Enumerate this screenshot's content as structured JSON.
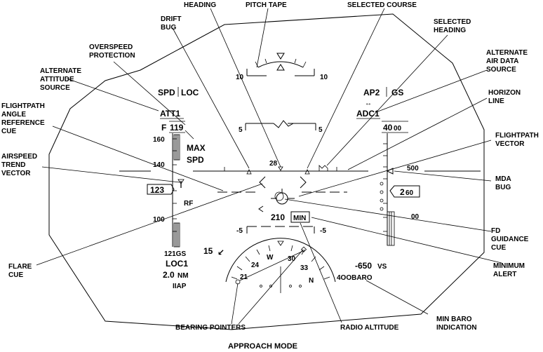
{
  "callouts": {
    "heading": "HEADING",
    "pitch_tape": "PITCH TAPE",
    "selected_course": "SELECTED COURSE",
    "drift_bug_1": "DRIFT",
    "drift_bug_2": "BUG",
    "selected_heading_1": "SELECTED",
    "selected_heading_2": "HEADING",
    "overspeed_1": "OVERSPEED",
    "overspeed_2": "PROTECTION",
    "alt_air_data_1": "ALTERNATE",
    "alt_air_data_2": "AIR DATA",
    "alt_air_data_3": "SOURCE",
    "alt_attitude_1": "ALTERNATE",
    "alt_attitude_2": "ATTITUDE",
    "alt_attitude_3": "SOURCE",
    "horizon_1": "HORIZON",
    "horizon_2": "LINE",
    "fpa_ref_1": "FLIGHTPATH",
    "fpa_ref_2": "ANGLE",
    "fpa_ref_3": "REFERENCE",
    "fpa_ref_4": "CUE",
    "fpv_1": "FLIGHTPATH",
    "fpv_2": "VECTOR",
    "airspeed_trend_1": "AIRSPEED",
    "airspeed_trend_2": "TREND",
    "airspeed_trend_3": "VECTOR",
    "mda_bug_1": "MDA",
    "mda_bug_2": "BUG",
    "fd_guidance_1": "FD",
    "fd_guidance_2": "GUIDANCE",
    "fd_guidance_3": "CUE",
    "flare_cue_1": "FLARE",
    "flare_cue_2": "CUE",
    "minimum_alert_1": "MINIMUM",
    "minimum_alert_2": "ALERT",
    "min_baro_1": "MIN BARO",
    "min_baro_2": "INDICATION",
    "bearing_pointers": "BEARING POINTERS",
    "radio_altitude": "RADIO ALTITUDE"
  },
  "display": {
    "mode_left_1": "SPD",
    "mode_left_2": "LOC",
    "mode_right_1": "AP2",
    "mode_right_2": "GS",
    "mode_arrows": "↔",
    "attitude_source": "ATT1",
    "air_data_source": "ADC1",
    "speed_prefix": "F",
    "selected_speed": "119",
    "max_spd_1": "MAX",
    "max_spd_2": "SPD",
    "speed_ticks": [
      "160",
      "140",
      "100"
    ],
    "current_speed": "123",
    "rf_label": "RF",
    "pitch_ticks": [
      "10",
      "10",
      "5",
      "5",
      "-5",
      "-5"
    ],
    "heading_digits": "28",
    "altitude_target_main": "40",
    "altitude_target_sub": "00",
    "altitude_500": "500",
    "current_alt_main": "2",
    "current_alt_sub": "60",
    "altitude_00": "00",
    "radio_altitude": "210",
    "min_alert": "MIN",
    "nav_source_line": "121GS",
    "loc_line": "LOC1",
    "distance_value": "2.0",
    "distance_unit": "NM",
    "approach_id": "IIAP",
    "wind_speed": "15",
    "wind_arrow": "↙",
    "compass_labels": [
      "21",
      "24",
      "W",
      "30",
      "33",
      "N"
    ],
    "vs_value": "-650",
    "vs_unit": "VS",
    "baro_min": "4OOBARO"
  },
  "caption": "APPROACH MODE"
}
